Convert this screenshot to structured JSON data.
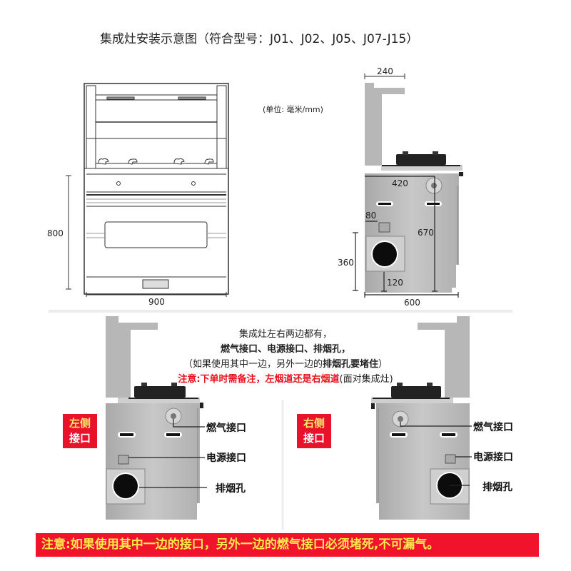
{
  "title": "集成灶安装示意图（符合型号：J01、J02、J05、J07-J15）",
  "unit_note": "(单位: 毫米/mm)",
  "front_view": {
    "height_label": "800",
    "width_label": "900"
  },
  "side_view": {
    "hood_depth": "240",
    "gas_offset": "420",
    "power_offset": "80",
    "gas_height": "670",
    "exhaust_height": "360",
    "exhaust_bottom": "120",
    "depth": "600"
  },
  "note": {
    "line1": "集成灶左右两边都有，",
    "line2": "燃气接口、电源接口、排烟孔，",
    "line3_prefix": "（如果使用其中一边，另外一边的",
    "line3_bold": "排烟孔要堵住",
    "line3_suffix": "）",
    "line4_red": "注意:下单时需备注，左烟道还是右烟道",
    "line4_suffix": "(面对集成灶)"
  },
  "left_diagram": {
    "badge_line1": "左侧",
    "badge_line2": "接口",
    "gas_label": "燃气接口",
    "power_label": "电源接口",
    "exhaust_label": "排烟孔"
  },
  "right_diagram": {
    "badge_line1": "右侧",
    "badge_line2": "接口",
    "gas_label": "燃气接口",
    "power_label": "电源接口",
    "exhaust_label": "排烟孔"
  },
  "warning": "注意:如果使用其中一边的接口，另外一边的燃气接口必须堵死,不可漏气。",
  "colors": {
    "accent_red": "#e8132b",
    "warning_text": "#ffe94d",
    "steel": "#b9b9b9"
  }
}
